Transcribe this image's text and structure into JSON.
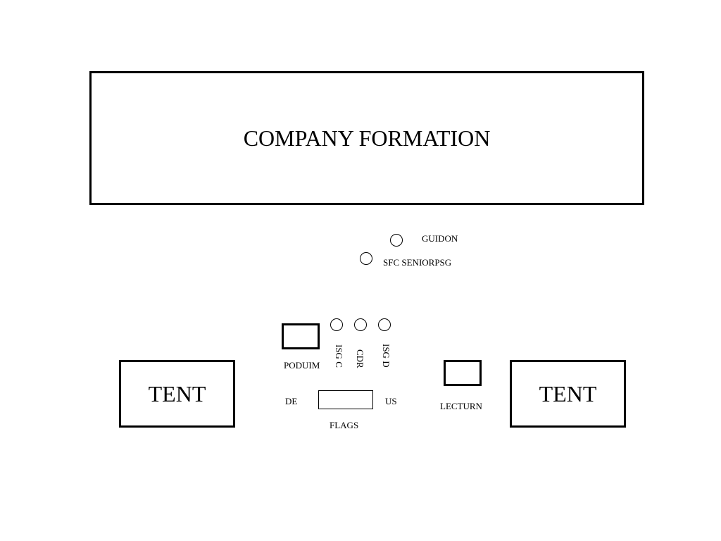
{
  "formation": {
    "label": "COMPANY FORMATION"
  },
  "guidon": {
    "label": "GUIDON"
  },
  "sfc": {
    "label": "SFC SENIORPSG"
  },
  "officers": {
    "isg_c": "ISG C",
    "cdr": "CDR",
    "isg_d": "ISG D"
  },
  "podium": {
    "label": "PODUIM"
  },
  "lecturn": {
    "label": "LECTURN"
  },
  "flags": {
    "label": "FLAGS",
    "left": "DE",
    "right": "US"
  },
  "tents": {
    "left": "TENT",
    "right": "TENT"
  }
}
